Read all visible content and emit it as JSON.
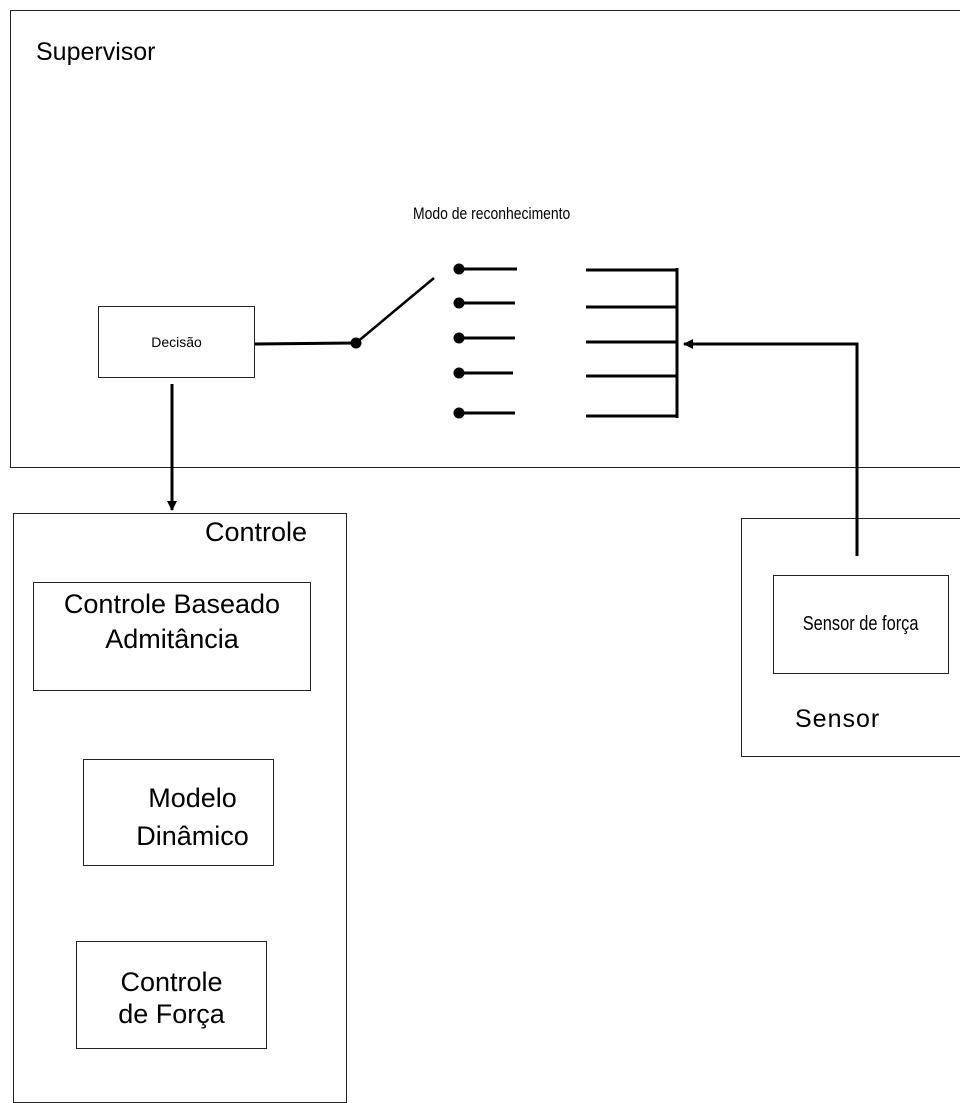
{
  "supervisor": {
    "title": "Supervisor",
    "mode_label": "Modo de reconhecimento",
    "decision_label": "Decisão"
  },
  "controle": {
    "title": "Controle",
    "block1_line1": "Controle Baseado",
    "block1_line2": "Admitância",
    "block2_line1": "Modelo",
    "block2_line2": "Dinâmico",
    "block3_line1": "Controle",
    "block3_line2": "de Força"
  },
  "sensor": {
    "title": "Sensor",
    "force_sensor_label": "Sensor de força"
  },
  "switch": {
    "positions": 5
  }
}
